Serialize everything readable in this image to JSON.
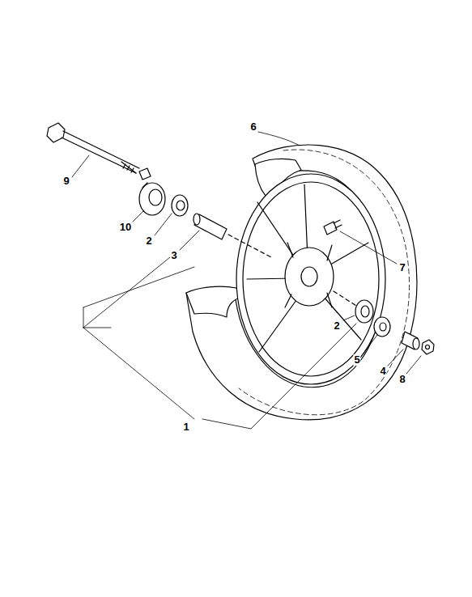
{
  "diagram": {
    "labels": [
      "6",
      "9",
      "10",
      "2",
      "3",
      "7",
      "2",
      "5",
      "4",
      "8",
      "1"
    ]
  }
}
